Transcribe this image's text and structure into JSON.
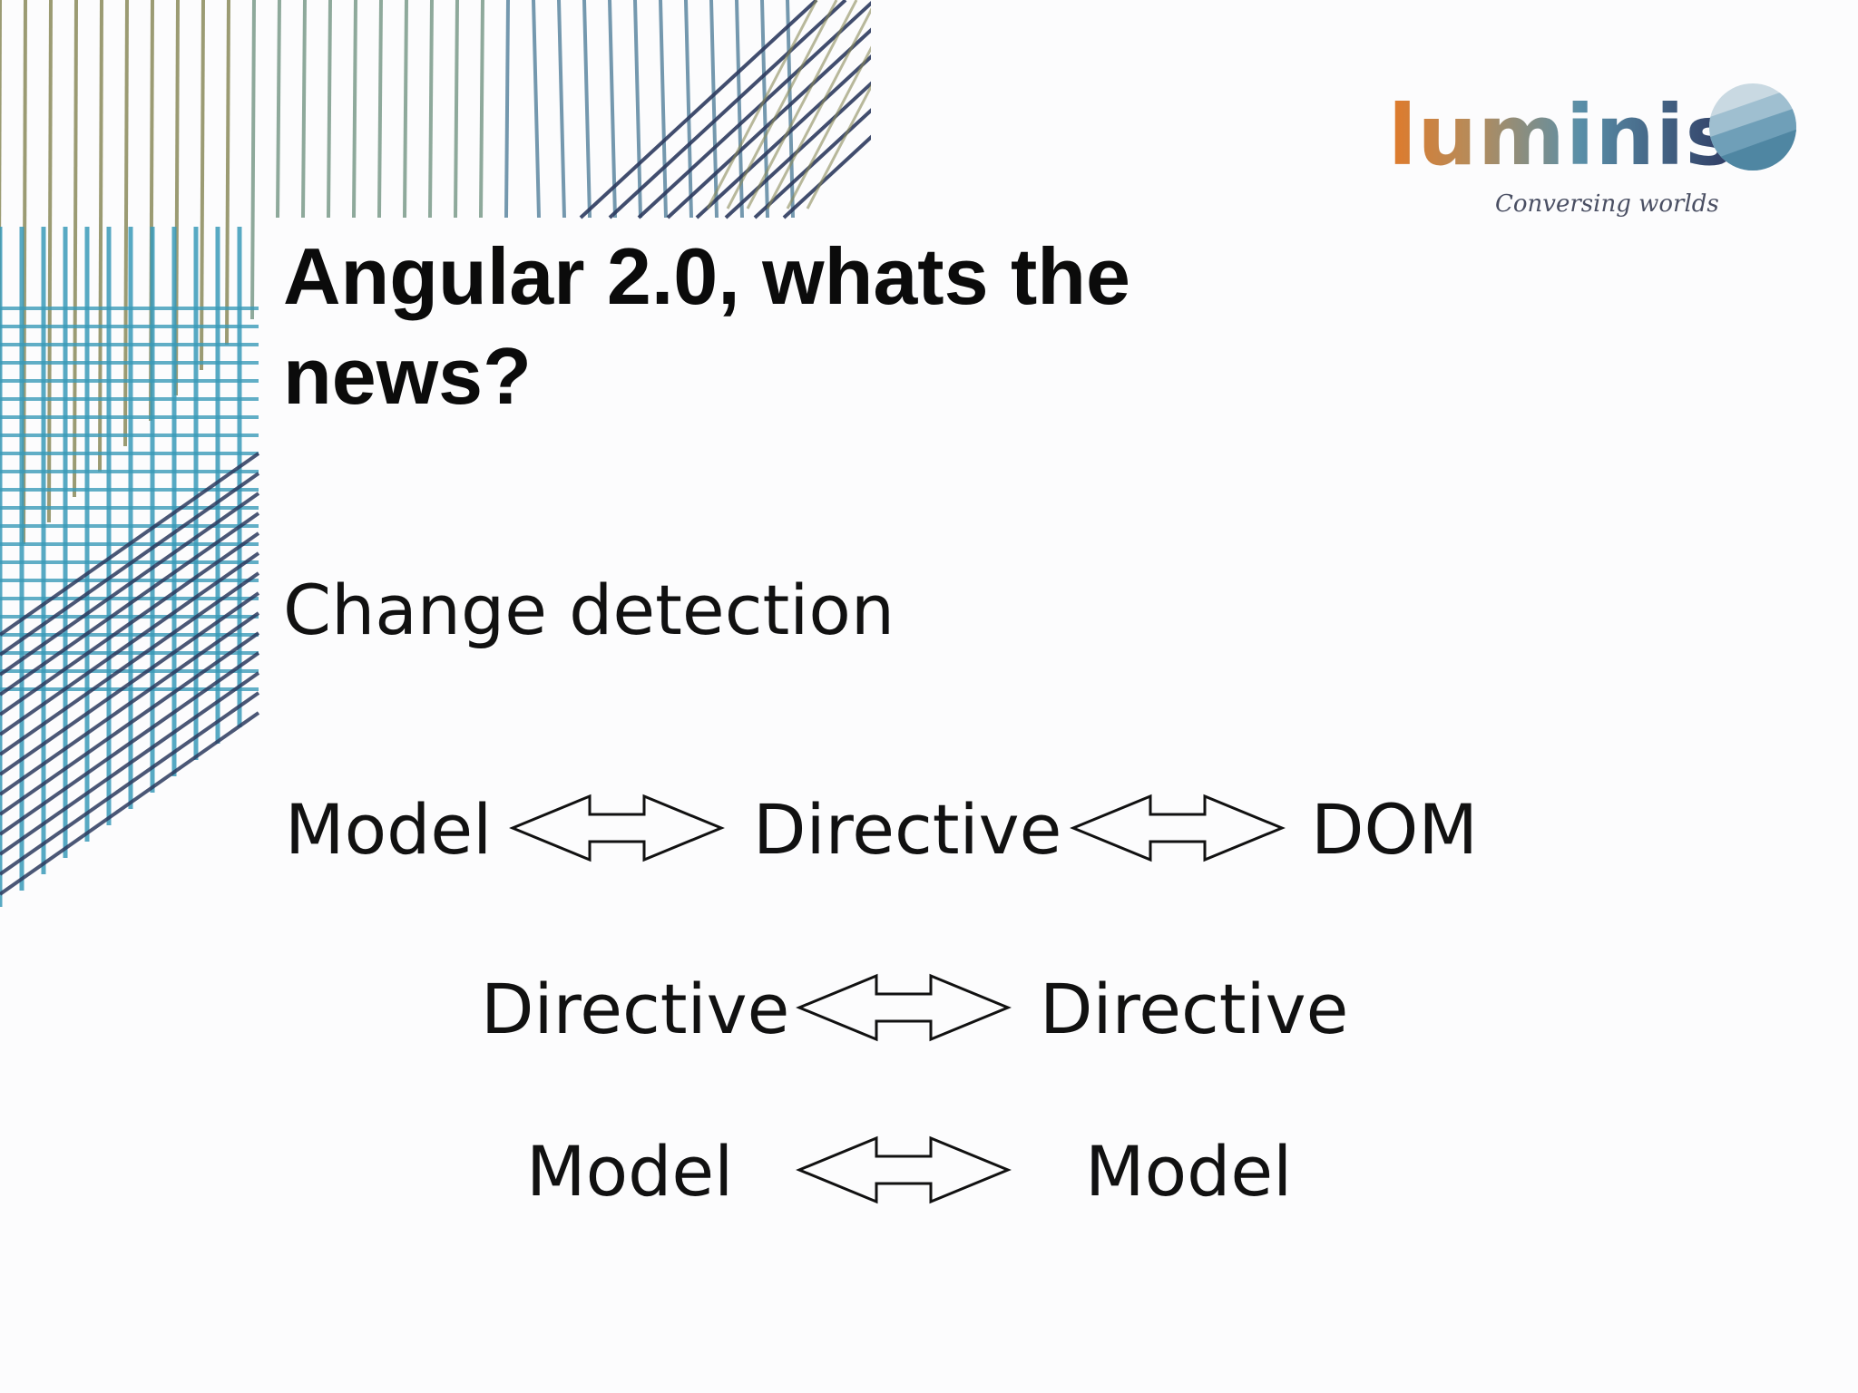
{
  "logo": {
    "wordmark": "luminis",
    "tagline": "Conversing worlds"
  },
  "slide": {
    "title": "Angular 2.0, whats the news?",
    "subtitle": "Change detection"
  },
  "diagram": {
    "row1": {
      "left": "Model",
      "middle": "Directive",
      "right": "DOM"
    },
    "row2": {
      "left": "Directive",
      "right": "Directive"
    },
    "row3": {
      "left": "Model",
      "right": "Model"
    }
  },
  "colors": {
    "text": "#111111",
    "logo_orange": "#e07a2a",
    "logo_navy": "#2f3b63",
    "decor_teal": "#3a9ab8",
    "decor_navy": "#2c3a5e",
    "decor_olive": "#8a8a5a"
  }
}
